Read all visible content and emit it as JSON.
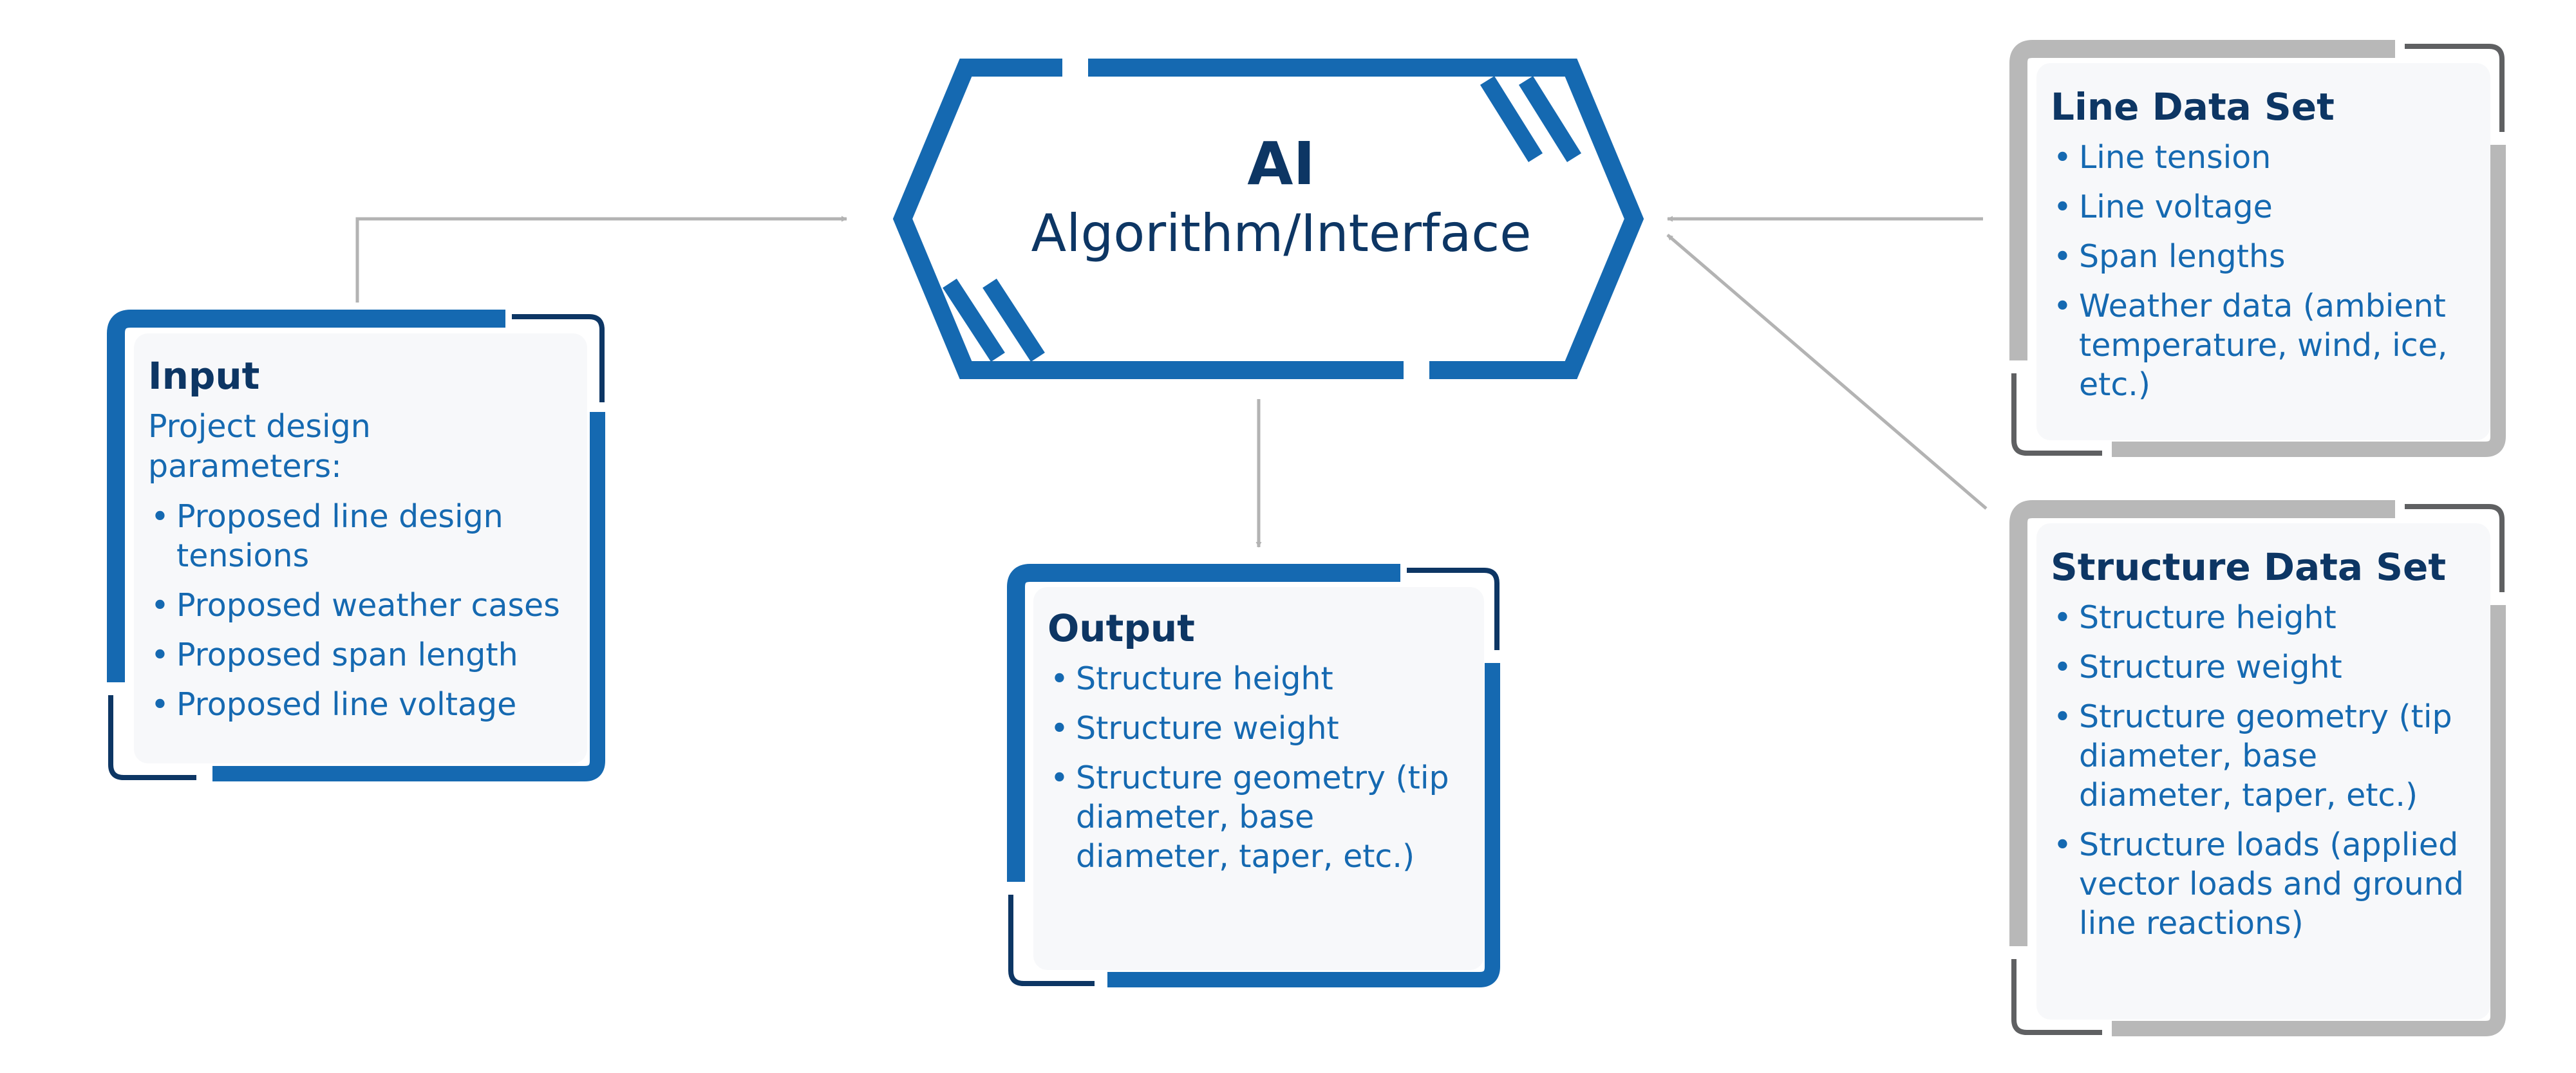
{
  "center": {
    "title": "AI",
    "subtitle": "Algorithm/Interface"
  },
  "input": {
    "title": "Input",
    "intro": "Project design parameters:",
    "items": [
      "Proposed line design tensions",
      "Proposed weather cases",
      "Proposed span length",
      "Proposed line voltage"
    ]
  },
  "output": {
    "title": "Output",
    "items": [
      "Structure height",
      "Structure weight",
      "Structure geometry (tip diameter, base diameter, taper, etc.)"
    ]
  },
  "line_data_set": {
    "title": "Line Data Set",
    "items": [
      "Line tension",
      "Line voltage",
      "Span lengths",
      "Weather data (ambient temperature, wind, ice, etc.)"
    ]
  },
  "structure_data_set": {
    "title": "Structure Data Set",
    "items": [
      "Structure height",
      "Structure weight",
      "Structure geometry (tip diameter, base diameter, taper, etc.)",
      "Structure loads (applied vector loads and ground line reactions)"
    ]
  },
  "colors": {
    "brand_blue": "#1569b1",
    "navy": "#0d3664",
    "gray_frame": "#b8b8b8",
    "dark_gray": "#5f6062",
    "arrow": "#b3b3b3",
    "box_fill": "#f7f8fa"
  }
}
